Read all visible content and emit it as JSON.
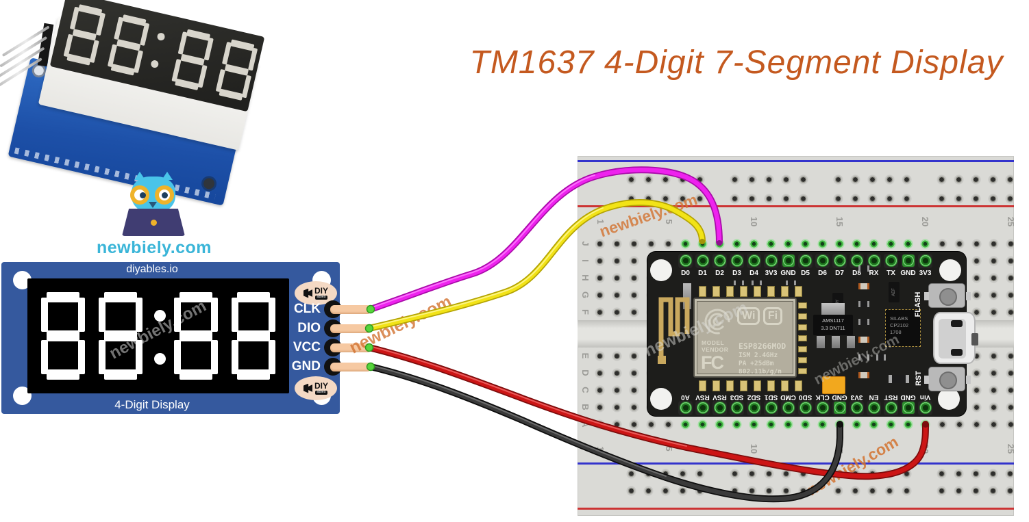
{
  "title": "TM1637 4-Digit 7-Segment Display",
  "watermark": "newbiely.com",
  "brand": {
    "site": "newbiely.com"
  },
  "tm1637_module": {
    "vendor": "diyables.io",
    "product_label": "4-Digit Display",
    "display_value": "88:88",
    "pins": [
      "CLK",
      "DIO",
      "VCC",
      "GND"
    ],
    "diy_badge": {
      "text": "DIY",
      "sub": "ables"
    }
  },
  "photo": {
    "display_value": "88:88"
  },
  "breadboard": {
    "row_letters_top": [
      "J",
      "I",
      "H",
      "G",
      "F"
    ],
    "row_letters_bottom": [
      "E",
      "D",
      "C",
      "B",
      "A"
    ],
    "column_numbers": [
      "1",
      "5",
      "10",
      "15",
      "20",
      "25"
    ]
  },
  "nodemcu": {
    "top_pins": [
      "D0",
      "D1",
      "D2",
      "D3",
      "D4",
      "3V3",
      "GND",
      "D5",
      "D6",
      "D7",
      "D8",
      "RX",
      "TX",
      "GND",
      "3V3"
    ],
    "bottom_pins": [
      "A0",
      "RSV",
      "RSV",
      "SD3",
      "SD2",
      "SD1",
      "CMD",
      "SD0",
      "CLK",
      "GND",
      "3V3",
      "EN",
      "RST",
      "GND",
      "Vin"
    ],
    "buttons": {
      "flash": "FLASH",
      "reset": "RST"
    },
    "esp_shield": {
      "wifi_wi": "Wi",
      "wifi_fi": "Fi",
      "model_line1": "MODEL",
      "model_line2": "VENDOR",
      "module_name": "ESP8266MOD",
      "fcc_mark": "FC",
      "spec_line1": "ISM 2.4GHz",
      "spec_line2": "PA  +25dBm",
      "spec_line3": "802.11b/g/n"
    },
    "regulator": {
      "line1": "AMS1117",
      "line2": "3.3  DN711"
    },
    "usb_uart_chip": {
      "line1": "SILABS",
      "line2": "CP2102",
      "line3": "1708"
    },
    "small_chips": {
      "q1": "J3Y",
      "q2": "AEF"
    }
  },
  "wires": [
    {
      "label": "CLK to D2",
      "color": "#ee22ee"
    },
    {
      "label": "DIO to D1",
      "color": "#f2e317"
    },
    {
      "label": "VCC to Vin",
      "color": "#cc1515"
    },
    {
      "label": "GND to GND",
      "color": "#2d2d2d"
    }
  ],
  "colors": {
    "title": "#c4591f",
    "module_board": "#35599e",
    "brand_teal": "#3ab5d8",
    "watermark_orange": "#d2722f",
    "breadboard": "#dadad6",
    "nodemcu_board": "#1d1d1b"
  }
}
